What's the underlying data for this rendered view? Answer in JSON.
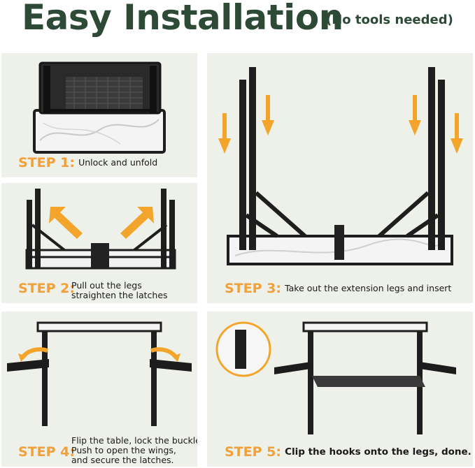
{
  "title": {
    "main": "Easy Installation",
    "sub": "(No tools needed)"
  },
  "colors": {
    "title_green": "#2d4a37",
    "step_orange": "#f2a03a",
    "panel_bg": "#eef0ea",
    "frame_black": "#1e1e1e",
    "arrow_orange": "#f3a52b"
  },
  "steps": [
    {
      "label": "STEP 1:",
      "lines": [
        "Unlock and unfold"
      ]
    },
    {
      "label": "STEP 2:",
      "lines": [
        "Pull out the legs",
        "straighten the latches"
      ]
    },
    {
      "label": "STEP 3:",
      "lines": [
        "Take out the extension legs and insert"
      ]
    },
    {
      "label": "STEP 4:",
      "lines": [
        "Flip the table, lock the buckles",
        "Push to open the wings,",
        "and secure the latches."
      ]
    },
    {
      "label": "STEP 5:",
      "lines": [
        "Clip the hooks onto the legs, done."
      ]
    }
  ]
}
